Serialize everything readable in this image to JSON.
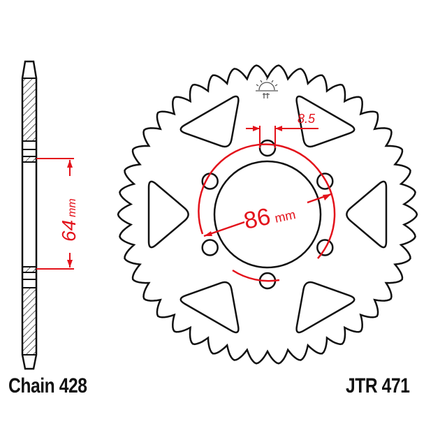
{
  "labels": {
    "chain": "Chain 428",
    "part_number": "JTR 471"
  },
  "dimensions": {
    "bolt_spacing_value": "64",
    "bolt_spacing_unit": "mm",
    "pcd_value": "86",
    "pcd_unit": "mm",
    "bolt_hole_diameter": "8.5"
  },
  "sprocket": {
    "teeth": 42,
    "bolt_holes": 6,
    "lightening_holes": 6
  },
  "colors": {
    "outline": "#111111",
    "dimension": "#e3121b",
    "background": "#ffffff"
  },
  "icons": {
    "logo": "jt-sun-logo"
  }
}
